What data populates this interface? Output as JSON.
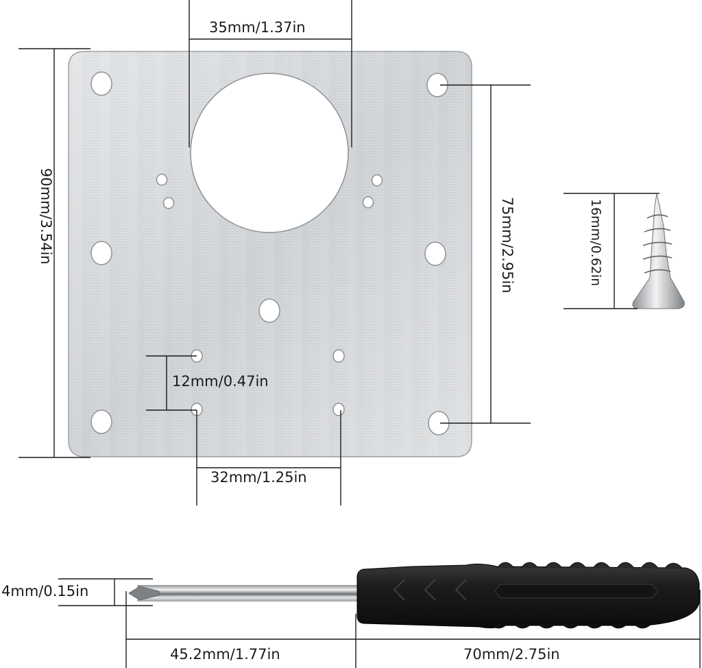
{
  "diagram": {
    "subject": "Hinge repair plate kit with screw and screwdriver",
    "colors": {
      "background": "#ffffff",
      "plate": "#d4d6d9",
      "plate_edge": "#9a9da1",
      "dimension_line": "#1a1a1a",
      "handle": "#1c1c1c",
      "shaft": "#c8cacc"
    },
    "plate": {
      "width_label": "35mm/1.37in",
      "height_label": "90mm/3.54in",
      "hole_spacing_vertical_label": "75mm/2.95in",
      "small_hole_vertical_label": "12mm/0.47in",
      "small_hole_horizontal_label": "32mm/1.25in"
    },
    "screw": {
      "length_label": "16mm/0.62in"
    },
    "screwdriver": {
      "tip_diameter_label": "4mm/0.15in",
      "shaft_length_label": "45.2mm/1.77in",
      "handle_length_label": "70mm/2.75in"
    }
  }
}
